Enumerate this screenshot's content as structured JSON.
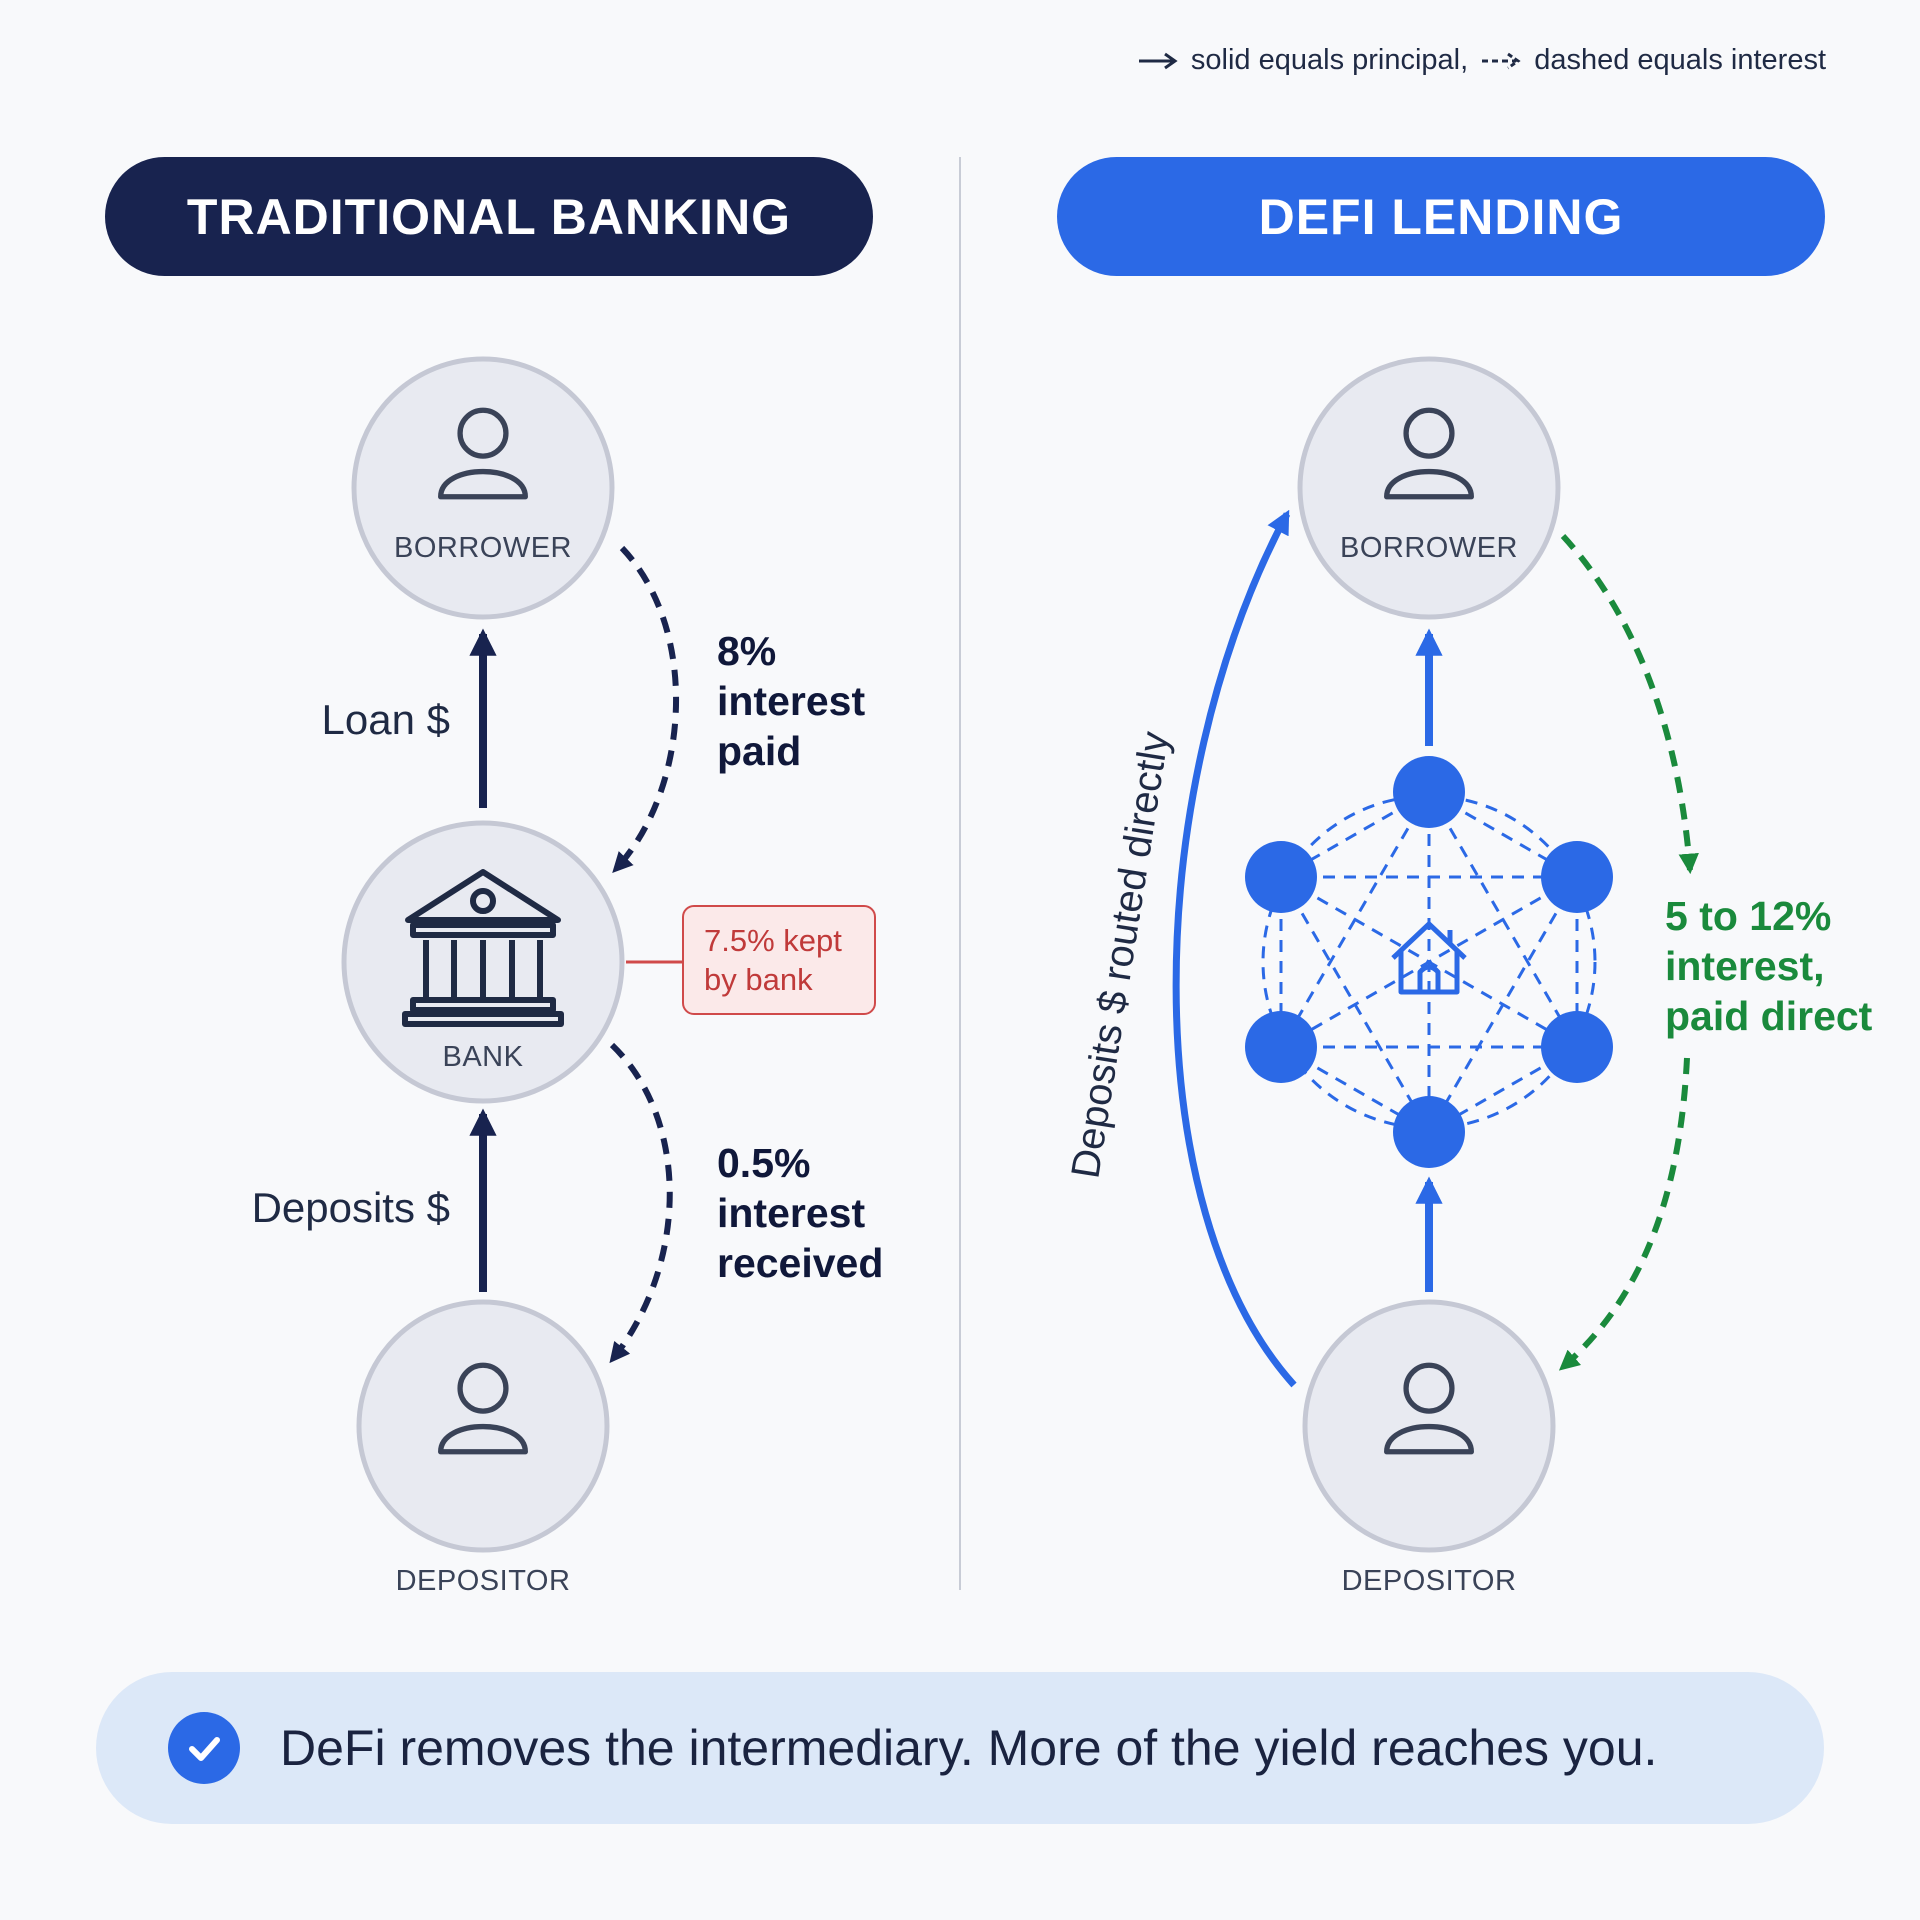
{
  "legend": {
    "solid_text": "solid equals principal,",
    "dashed_text": "dashed equals interest"
  },
  "traditional": {
    "title": "TRADITIONAL BANKING",
    "borrower_label": "BORROWER",
    "bank_label": "BANK",
    "depositor_label": "DEPOSITOR",
    "loan_label": "Loan $",
    "deposits_label": "Deposits $",
    "borrower_rate_lines": [
      "8%",
      "interest",
      "paid"
    ],
    "depositor_rate_lines": [
      "0.5%",
      "interest",
      "received"
    ],
    "kept_lines": [
      "7.5% kept",
      "by bank"
    ]
  },
  "defi": {
    "title": "DEFI LENDING",
    "borrower_label": "BORROWER",
    "depositor_label": "DEPOSITOR",
    "routed_label": "Deposits $ routed directly",
    "rate_lines": [
      "5 to 12%",
      "interest,",
      "paid direct"
    ]
  },
  "banner": {
    "text": "DeFi removes the intermediary. More of the yield reaches you."
  },
  "colors": {
    "navy": "#18234f",
    "blue": "#2b69e6",
    "green": "#1a8a3c",
    "red": "#d04a4a"
  },
  "icons": [
    "user-icon",
    "bank-icon",
    "home-icon",
    "check-icon",
    "network-icon"
  ]
}
